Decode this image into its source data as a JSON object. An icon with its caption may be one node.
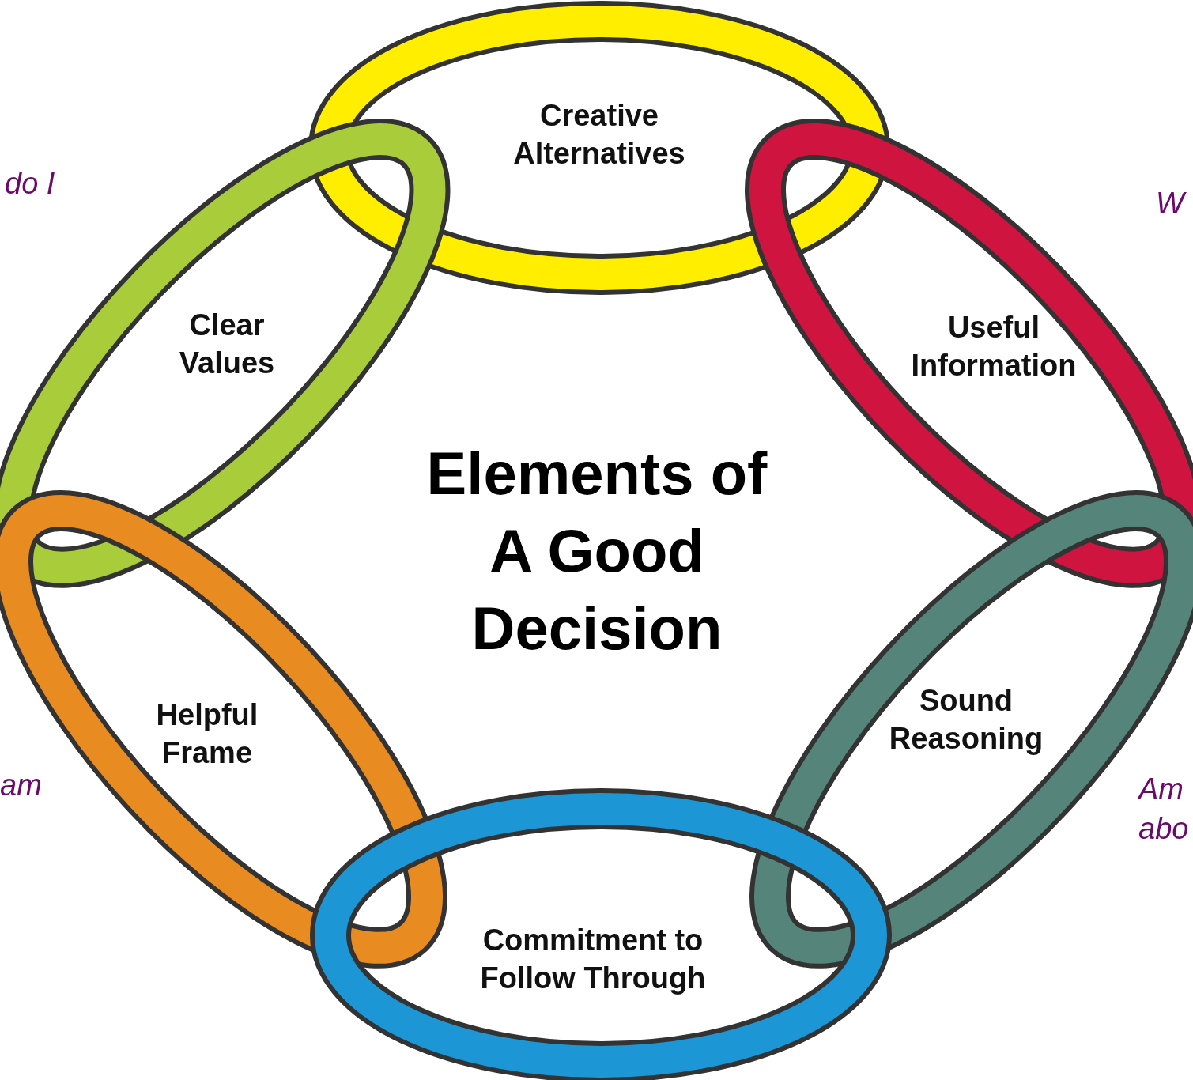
{
  "diagram": {
    "title": "Elements of A Good Decision",
    "nodes": [
      {
        "text": [
          "Creative Alternatives"
        ]
      },
      {
        "text": [
          "Clear Values"
        ]
      },
      {
        "text": [
          "Useful Information"
        ]
      },
      {
        "text": [
          "Helpful Frame"
        ]
      },
      {
        "text": [
          "Sound Reasoning"
        ]
      },
      {
        "text": [
          "Commitment to Follow Through"
        ]
      }
    ],
    "labels": [
      "do I",
      "W",
      "am",
      "Am abo"
    ]
  }
}
